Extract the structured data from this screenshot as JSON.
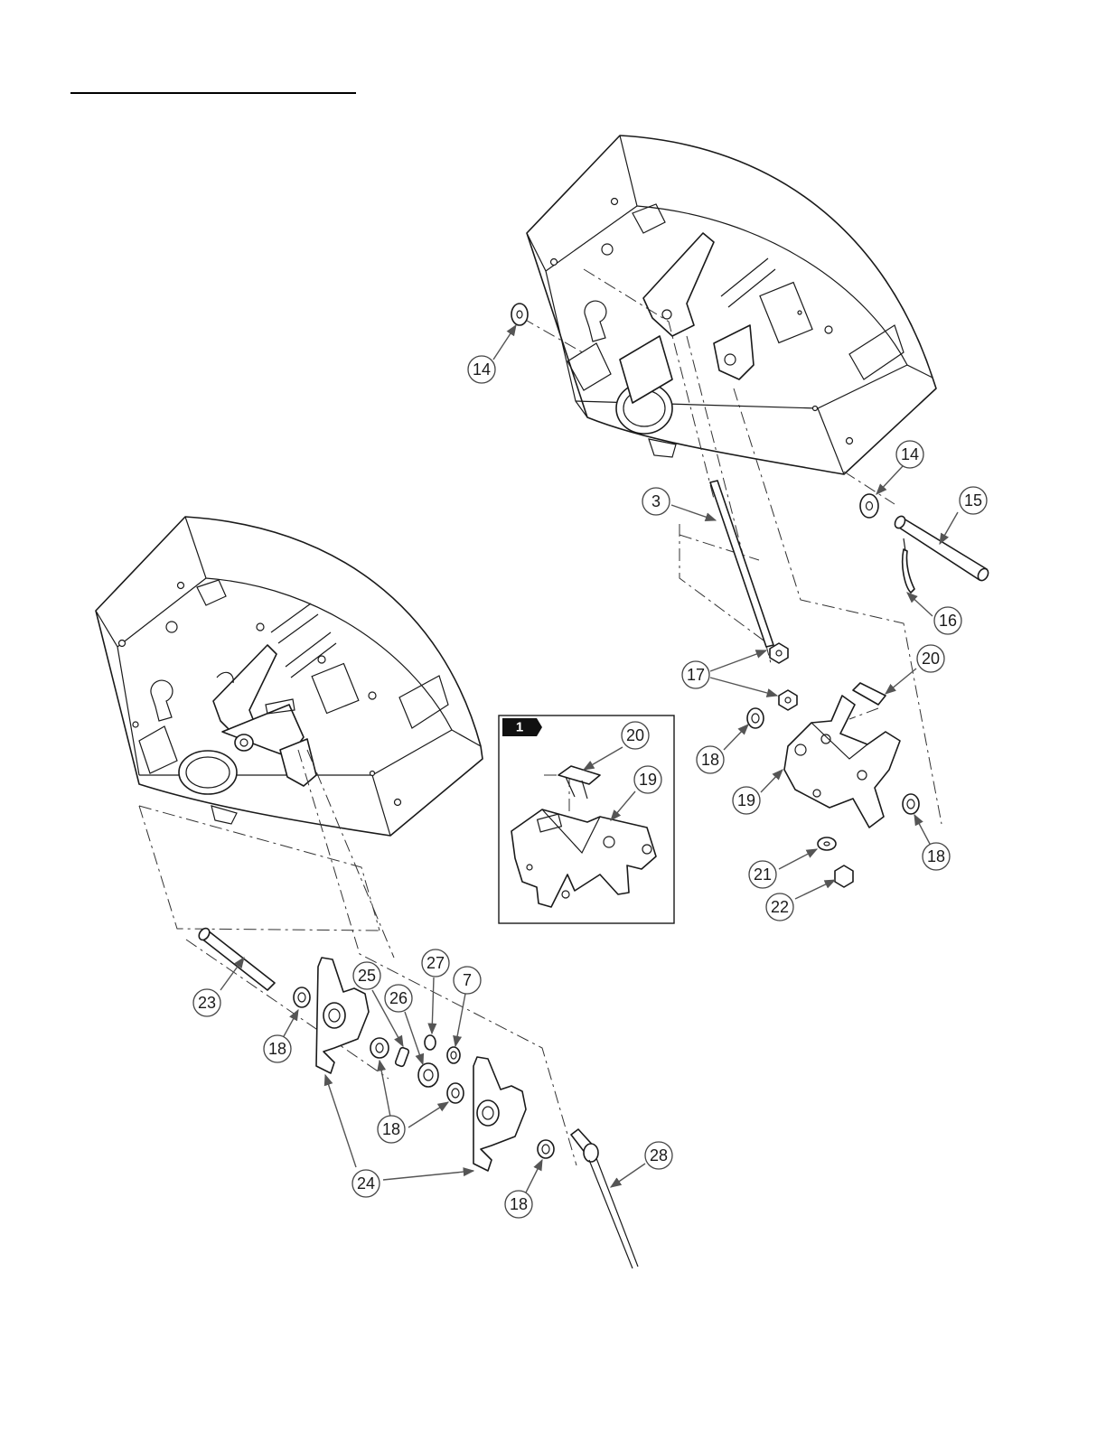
{
  "diagram": {
    "inset": {
      "tag": "1",
      "labels": [
        "20",
        "19"
      ]
    },
    "callouts": {
      "c14a": "14",
      "c14b": "14",
      "c15": "15",
      "c3": "3",
      "c16": "16",
      "c17": "17",
      "c20": "20",
      "c18a": "18",
      "c19": "19",
      "c18b": "18",
      "c21": "21",
      "c22": "22",
      "c23": "23",
      "c18c": "18",
      "c25": "25",
      "c27": "27",
      "c7": "7",
      "c26": "26",
      "c18d": "18",
      "c24": "24",
      "c28": "28",
      "c18e": "18"
    }
  }
}
